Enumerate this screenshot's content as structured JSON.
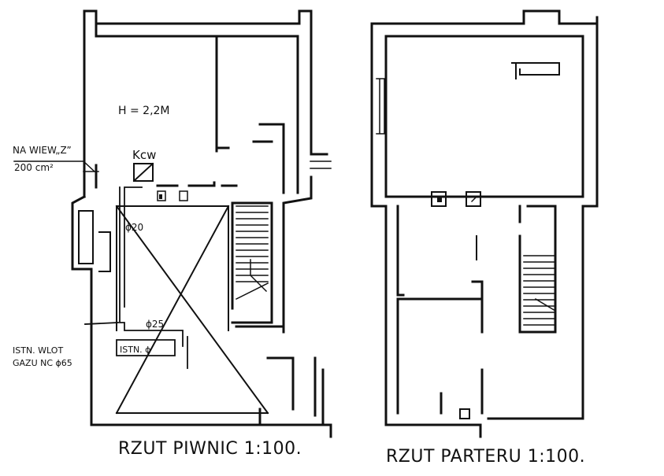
{
  "basement": {
    "title": "RZUT PIWNIC 1:100.",
    "height_label": "H = 2,2M",
    "vent_label": "NA WIEW„Z”",
    "vent_area": "200 cm²",
    "boiler_label": "Kcw",
    "pipe_a": "ϕ20",
    "pipe_b": "ϕ25",
    "inlet_line1": "ISTN. WLOT",
    "inlet_line2": "GAZU NC ϕ65",
    "existing_label": "ISTN. ϕ"
  },
  "ground_floor": {
    "title": "RZUT PARTERU 1:100."
  }
}
